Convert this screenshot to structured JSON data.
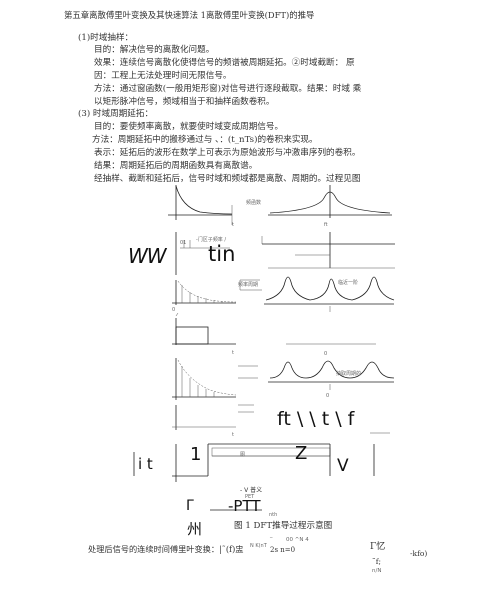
{
  "header": "第五章离散傅里叶变换及其快速算法 1离散傅里叶变换(DFT)的推导",
  "sections": {
    "s1_title": "(1)时域抽样：",
    "s1_l1": "目的：解决信号的离散化问题。",
    "s1_l2": "效果：连续信号离散化使得信号的频谱被周期延拓。②时域截断：  原",
    "s1_l3": "因：工程上无法处理时间无限信号。",
    "s1_l4": "方法：通过窗函数(一般用矩形窗)对信号进行逐段截取。结果：时域  乘",
    "s1_l5": "以矩形脉冲信号，频域相当于和抽样函数卷积。",
    "s3_title": "(3) 时域周期延拓：",
    "s3_l1": "目的：要使频率离散，就要使时域变成周期信号。",
    "s3_l2": "方法：周期延拓中的搬移通过与      、：(t_nTs)的卷积来实现。",
    "s3_l3": "表示：延拓后的波形在数学上可表示为原始波形与冲激串序列的卷积。",
    "s3_l4": "结果：周期延拓后的周期函数具有离散谱。",
    "s3_l5": "经抽样、截断和延拓后，信号时域和频域都是离散、周期的。过程见图"
  },
  "figure": {
    "ocr_ww": "WW",
    "ocr_tin": "tin",
    "ocr_ft": "ft \\ \\ t \\ f",
    "ocr_it": "i t",
    "ocr_one": "1",
    "ocr_z": "Z",
    "ocr_v": "V",
    "ocr_caption_small": "- V 普义",
    "ocr_pet": "PET",
    "ocr_ptt": "-PTT",
    "ocr_bracket": "Γ",
    "ocr_nth": "nth",
    "ocr_zhou": "州",
    "caption": "图 1 DFT推导过程示意图",
    "small_labels": [
      "频函数",
      "t",
      "ft",
      "01",
      "-门区子频率 /",
      "频率周期",
      "临近一阶",
      "抽取周期的",
      "t",
      "0",
      "0",
      "0",
      "t",
      "图"
    ]
  },
  "bottom": {
    "formula_top": "00 ^N 4",
    "formula_dash": "_",
    "formula_line": "处理后信号的连续时间傅里叶变换：|˜(f)盅",
    "formula_sup": "N K(nT",
    "formula_sub": "2s n=0",
    "formula_right": "Γ忆",
    "formula_f": "˜f;",
    "formula_nN": "n/N",
    "formula_end": "-kfo)"
  }
}
